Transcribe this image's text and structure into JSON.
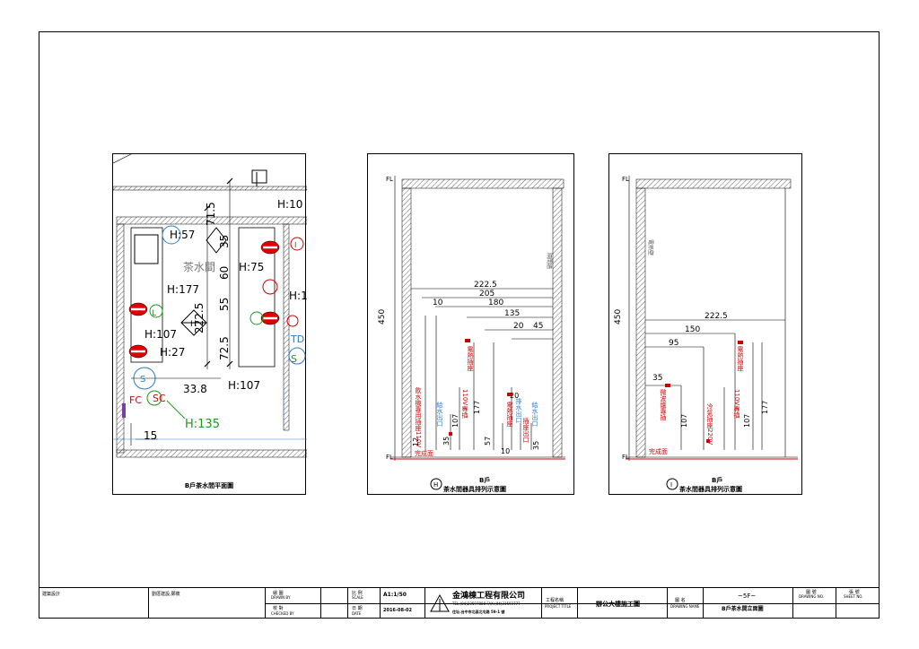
{
  "drawings": {
    "plan": {
      "caption": "B戶茶水間平面圖",
      "room_label": "茶水間",
      "heights": [
        "H:57",
        "H:177",
        "H:107",
        "H:27",
        "H:10",
        "H:75",
        "H:1",
        "H:107",
        "H:135"
      ],
      "dims": [
        "71.5",
        "222.5",
        "60",
        "35",
        "55",
        "72.5",
        "33.8",
        "15"
      ],
      "tags": [
        "FC",
        "SC",
        "TD",
        "S",
        "L",
        "I",
        "H",
        "S"
      ]
    },
    "elev1": {
      "caption_top": "B戶",
      "caption_main": "茶水間器具排列示意圖",
      "mark": "H",
      "fl": "FL",
      "finish": "完成面",
      "wall_note": "隔間牆",
      "height_total": "450",
      "dims_h": [
        "222.5",
        "205",
        "180",
        "135",
        "10",
        "20",
        "45"
      ],
      "dims_v": [
        "107",
        "177",
        "57",
        "35",
        "10",
        "20",
        "35",
        "12"
      ],
      "notes_red": [
        "飲水機專用插座110V",
        "電熱插座",
        "110V專插",
        "電熱插座",
        "插座出口"
      ],
      "notes_blue": [
        "給水出口",
        "排水出口",
        "給水出口"
      ]
    },
    "elev2": {
      "caption_top": "B戶",
      "caption_main": "茶水間器具排列示意圖",
      "mark": "I",
      "fl": "FL",
      "finish": "完成面",
      "wall_note": "電熱壁",
      "height_total": "450",
      "dims_h": [
        "222.5",
        "150",
        "95",
        "35"
      ],
      "dims_v": [
        "107",
        "107",
        "177"
      ],
      "notes_red": [
        "微波爐專插",
        "冷氣插座220V",
        "電熱插座",
        "110V專插"
      ]
    }
  },
  "title_block": {
    "design": "建築設計",
    "drawer": "劉厝建設,鄭筱",
    "drawn_by_label": "繪 圖",
    "drawn_by_en": "DRAWN BY",
    "checked_label": "校 對",
    "checked_en": "CHECKED BY",
    "scale_label": "比 例",
    "scale_en": "SCALE",
    "scale_value": "A1:1/50",
    "date_label": "日 期",
    "date_en": "DATE",
    "date_value": "2016-08-02",
    "company": "金鴻棟工程有限公司",
    "company_contact": "TEL:(04)23597888  FAX:(04)23593777",
    "company_addr": "住址:台中市北區北屯路 59-1 號",
    "project_label": "工程名稱",
    "project_en": "PROJECT TITLE",
    "project_value": "辦公大樓施工圖",
    "drawing_label": "圖 名",
    "drawing_en": "DRAWING NAME",
    "floor": "~5F~",
    "drawing_value": "B戶茶水間立面圖",
    "drawing_no_label": "圖 號",
    "drawing_no_en": "DRAWING NO.",
    "sheet_label": "張 號",
    "sheet_en": "SHEET NO."
  }
}
